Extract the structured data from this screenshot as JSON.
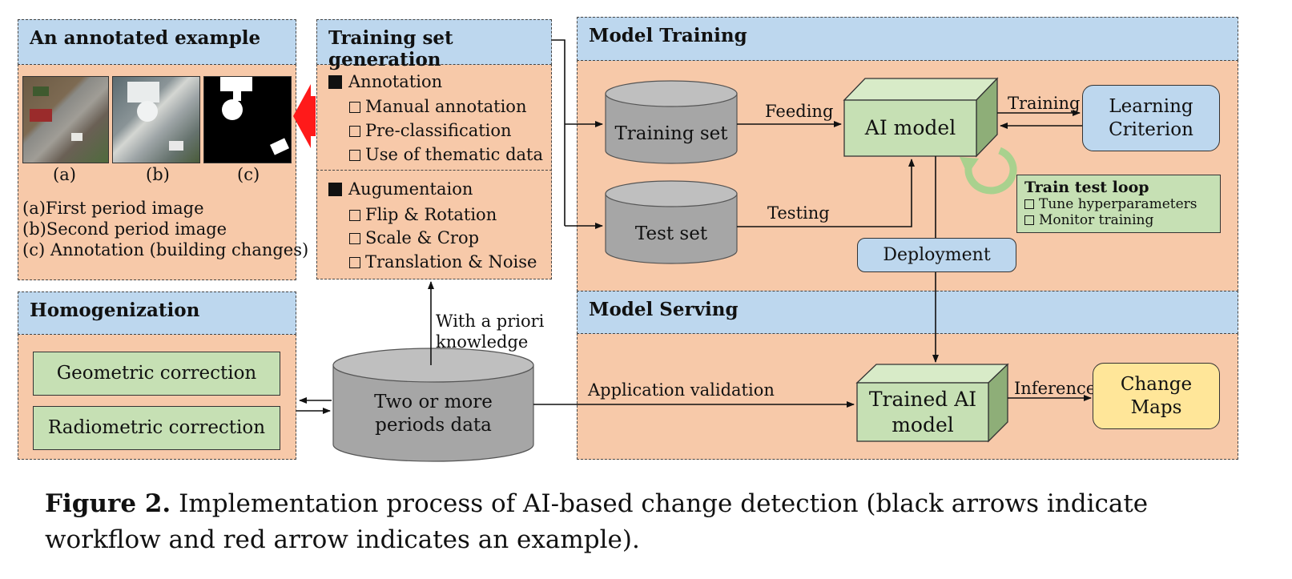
{
  "annotated": {
    "title": "An annotated example",
    "img_labels": [
      "(a)",
      "(b)",
      "(c)"
    ],
    "legend": [
      "(a)First period image",
      "(b)Second period image",
      "(c) Annotation (building changes)"
    ]
  },
  "training_gen": {
    "title": "Training set generation",
    "annotation_heading": "Annotation",
    "annotation_items": [
      "Manual annotation",
      "Pre-classification",
      "Use of thematic data"
    ],
    "augment_heading": "Augumentaion",
    "augment_items": [
      "Flip & Rotation",
      "Scale & Crop",
      "Translation & Noise"
    ]
  },
  "model_training": {
    "title": "Model Training",
    "training_set": "Training set",
    "test_set": "Test set",
    "feeding": "Feeding",
    "testing": "Testing",
    "ai_model": "AI model",
    "training": "Training",
    "criterion": "Learning Criterion",
    "loop_title": "Train test loop",
    "loop_items": [
      "Tune hyperparameters",
      "Monitor training"
    ],
    "deployment": "Deployment"
  },
  "homogenization": {
    "title": "Homogenization",
    "geometric": "Geometric correction",
    "radiometric": "Radiometric correction"
  },
  "data_source": {
    "label": "Two or more periods data",
    "prior": "With a priori knowledge",
    "app_validation": "Application validation"
  },
  "model_serving": {
    "title": "Model Serving",
    "trained": "Trained AI model",
    "inference": "Inference",
    "change_maps": "Change Maps"
  },
  "caption": {
    "label": "Figure 2.",
    "text": "Implementation process of AI-based change detection (black arrows indicate workflow and red arrow indicates an example)."
  },
  "colors": {
    "panel": "#f7c9a9",
    "header": "#bdd7ee",
    "green": "#c6e0b4",
    "yellow": "#ffe699",
    "cylinder": "#a6a6a6",
    "red_arrow": "#ff0000"
  }
}
